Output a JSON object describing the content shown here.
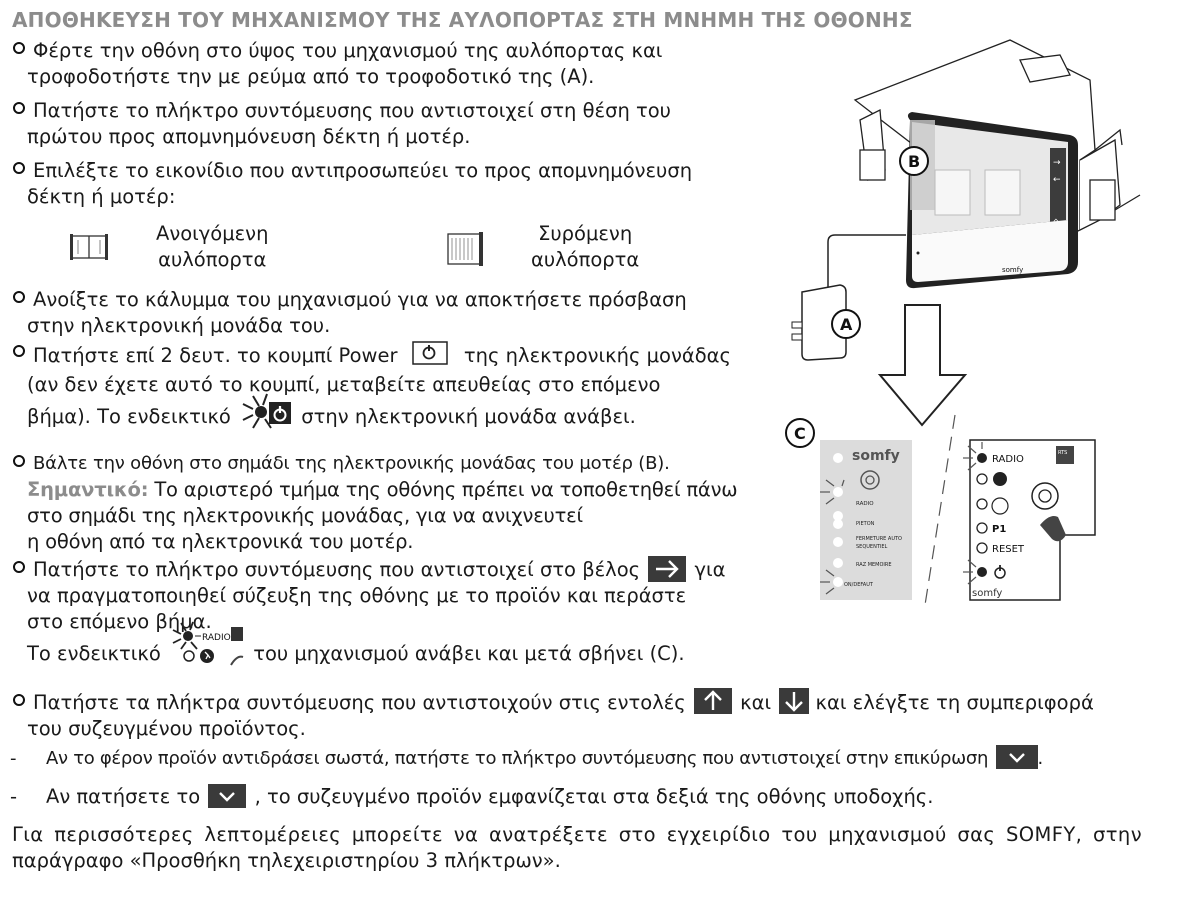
{
  "title": "ΑΠΟΘΗΚΕΥΣΗ ΤΟΥ ΜΗΧΑΝΙΣΜΟΥ ΤΗΣ ΑΥΛΟΠΟΡΤΑΣ ΣΤΗ ΜΝΗΜΗ ΤΗΣ ΟΘΟΝΗΣ",
  "steps": {
    "s1_l1": "Φέρτε την οθόνη στο ύψος του μηχανισμού της αυλόπορτας και",
    "s1_l2": "τροφοδοτήστε την με ρεύμα από το τροφοδοτικό της (A).",
    "s2_l1": "Πατήστε το πλήκτρο συντόμευσης που αντιστοιχεί στη θέση του",
    "s2_l2": "πρώτου προς απομνημόνευση δέκτη ή μοτέρ.",
    "s3_l1": "Επιλέξτε το εικονίδιο που αντιπροσωπεύει το προς απομνημόνευση",
    "s3_l2": "δέκτη ή μοτέρ:",
    "opt1_l1": "Ανοιγόμενη",
    "opt1_l2": "αυλόπορτα",
    "opt2_l1": "Συρόμενη",
    "opt2_l2": "αυλόπορτα",
    "s4_l1": "Ανοίξτε το κάλυμμα του μηχανισμού για να αποκτήσετε πρόσβαση",
    "s4_l2": "στην ηλεκτρονική μονάδα του.",
    "s5_l1a": "Πατήστε επί 2 δευτ. το κουμπί Power",
    "s5_l1b": "της ηλεκτρονικής μονάδας",
    "s5_l2": "(αν δεν έχετε αυτό το κουμπί, μεταβείτε απευθείας στο επόμενο",
    "s5_l3a": "βήμα). Το ενδεικτικό",
    "s5_l3b": "στην ηλεκτρονική μονάδα ανάβει.",
    "s6_l1": "Βάλτε την οθόνη στο σημάδι της ηλεκτρονικής μονάδας του μοτέρ (B).",
    "s6_imp": "Σημαντικό:",
    "s6_l2": "Το αριστερό τμήμα της οθόνης πρέπει να τοποθετηθεί πάνω",
    "s6_l3": "στο σημάδι της ηλεκτρονικής μονάδας, για να ανιχνευτεί",
    "s6_l4": "η οθόνη από τα ηλεκτρονικά του μοτέρ.",
    "s7_l1a": "Πατήστε το πλήκτρο συντόμευσης που αντιστοιχεί στο βέλος",
    "s7_l1b": "για",
    "s7_l2": "να πραγματοποιηθεί σύζευξη της οθόνης με το προϊόν και περάστε",
    "s7_l3": "στο επόμενο βήμα.",
    "s7_l4a": "Το ενδεικτικό",
    "s7_l4b": "του μηχανισμού ανάβει και μετά σβήνει (C).",
    "s8_l1a": "Πατήστε τα πλήκτρα συντόμευσης που αντιστοιχούν στις εντολές",
    "s8_l1b": "και",
    "s8_l1c": "και ελέγξτε τη συμπεριφορά",
    "s8_l2": "του συζευγμένου προϊόντος.",
    "d1a": "Αν το φέρον προϊόν αντιδράσει σωστά, πατήστε το πλήκτρο συντόμευσης που αντιστοιχεί στην επικύρωση",
    "d1b": ".",
    "d2a": "Αν πατήσετε το",
    "d2b": ", το συζευγμένο προϊόν εμφανίζεται στα δεξιά της οθόνης υποδοχής.",
    "f_l1": "Για περισσότερες λεπτομέρειες μπορείτε να ανατρέξετε στο εγχειρίδιο του μηχανισμού σας SOMFY, στην",
    "f_l2": "παράγραφο «Προσθήκη τηλεχειριστηρίου 3 πλήκτρων»."
  },
  "figure": {
    "label_a": "A",
    "label_b": "B",
    "label_c": "C",
    "brand": "somfy",
    "left_panel": [
      "RADIO",
      "PIETON",
      "FERMETURE AUTO",
      "SEQUENTIEL",
      "RAZ MEMOIRE",
      "ON/DEFAUT"
    ],
    "right_panel": [
      "RADIO",
      "P1",
      "RESET"
    ],
    "rts": "RTS"
  },
  "icons": {
    "power": "power-icon",
    "arrow_right": "arrow-right-icon",
    "arrow_up": "arrow-up-icon",
    "arrow_down": "arrow-down-icon",
    "check": "check-icon"
  }
}
